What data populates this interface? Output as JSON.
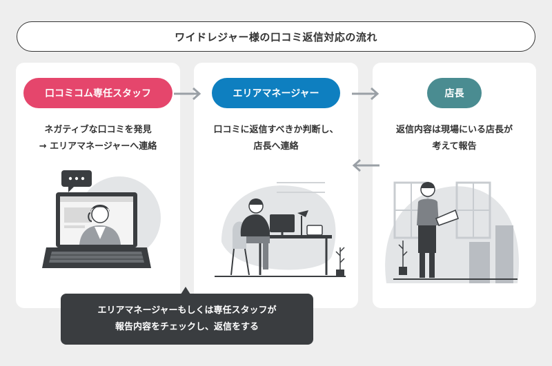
{
  "title": "ワイドレジャー様の口コミ返信対応の流れ",
  "steps": [
    {
      "role": "口コミコム専任スタッフ",
      "desc": [
        "ネガティブな口コミを発見",
        "→ エリアマネージャーへ連絡"
      ],
      "color": "#e5466c",
      "icon": "staff-at-laptop-illustration"
    },
    {
      "role": "エリアマネージャー",
      "desc": [
        "口コミに返信すべきか判断し、",
        "店長へ連絡"
      ],
      "color": "#0e7fc0",
      "icon": "manager-at-desk-illustration"
    },
    {
      "role": "店長",
      "desc": [
        "返信内容は現場にいる店長が",
        "考えて報告"
      ],
      "color": "#4a8c91",
      "icon": "store-manager-illustration"
    }
  ],
  "callout": [
    "エリアマネージャーもしくは専任スタッフが",
    "報告内容をチェックし、返信をする"
  ]
}
